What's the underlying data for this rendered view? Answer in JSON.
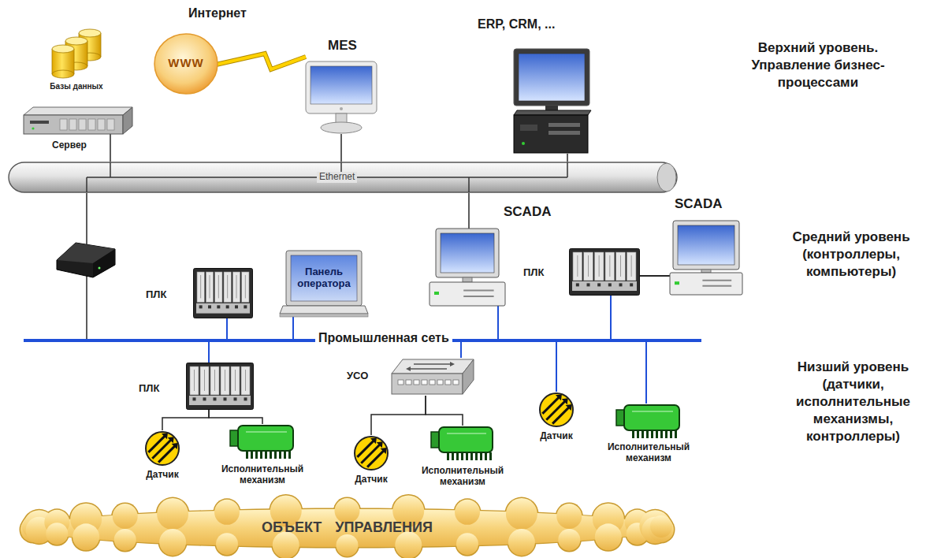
{
  "diagram": {
    "nodes": [
      {
        "text": [
          "Базы данных"
        ]
      },
      {
        "text": [
          "Сервер"
        ]
      },
      {
        "text": [
          "Интернет",
          "WWW"
        ]
      },
      {
        "text": [
          "MES"
        ]
      },
      {
        "text": [
          "ERP, CRM, ..."
        ]
      },
      {
        "text": [
          "Ethernet"
        ]
      },
      {
        "text": [
          "SCADA"
        ]
      },
      {
        "text": [
          "ПЛК"
        ]
      },
      {
        "text": [
          "SCADA"
        ]
      },
      {
        "text": [
          "ПЛК"
        ]
      },
      {
        "text": [
          "Панель оператора"
        ]
      },
      {
        "text": [
          "Промышленная сеть"
        ]
      },
      {
        "text": [
          "ПЛК"
        ]
      },
      {
        "text": [
          "Датчик"
        ]
      },
      {
        "text": [
          "Исполнительный механизм"
        ]
      },
      {
        "text": [
          "УСО"
        ]
      },
      {
        "text": [
          "Датчик"
        ]
      },
      {
        "text": [
          "Исполнительный механизм"
        ]
      },
      {
        "text": [
          "Датчик"
        ]
      },
      {
        "text": [
          "Исполнительный механизм"
        ]
      },
      {
        "text": [
          "ОБЪЕКТ УПРАВЛЕНИЯ"
        ]
      }
    ],
    "edges": [
      {
        "from": 1,
        "to": 5,
        "arrow": "none"
      },
      {
        "from": 3,
        "to": 5,
        "arrow": "none"
      },
      {
        "from": 4,
        "to": 5,
        "arrow": "none"
      },
      {
        "from": 2,
        "to": 3,
        "arrow": "none"
      },
      {
        "from": 5,
        "to": 11,
        "arrow": "none"
      },
      {
        "from": 5,
        "to": 6,
        "arrow": "none"
      },
      {
        "from": 7,
        "to": 8,
        "arrow": "none"
      },
      {
        "from": 9,
        "to": 11,
        "arrow": "none"
      },
      {
        "from": 10,
        "to": 11,
        "arrow": "none"
      },
      {
        "from": 6,
        "to": 11,
        "arrow": "none"
      },
      {
        "from": 7,
        "to": 11,
        "arrow": "none"
      },
      {
        "from": 11,
        "to": 12,
        "arrow": "none"
      },
      {
        "from": 12,
        "to": 13,
        "arrow": "none"
      },
      {
        "from": 12,
        "to": 14,
        "arrow": "none"
      },
      {
        "from": 11,
        "to": 15,
        "arrow": "none"
      },
      {
        "from": 15,
        "to": 16,
        "arrow": "none"
      },
      {
        "from": 15,
        "to": 17,
        "arrow": "none"
      },
      {
        "from": 11,
        "to": 18,
        "arrow": "none"
      },
      {
        "from": 11,
        "to": 19,
        "arrow": "none"
      }
    ],
    "labels": [
      "Верхний уровень. Управление бизнес-процессами",
      "Средний уровень (контроллеры, компьютеры)",
      "Низший уровень (датчики, исполнительные механизмы, контроллеры)"
    ]
  }
}
